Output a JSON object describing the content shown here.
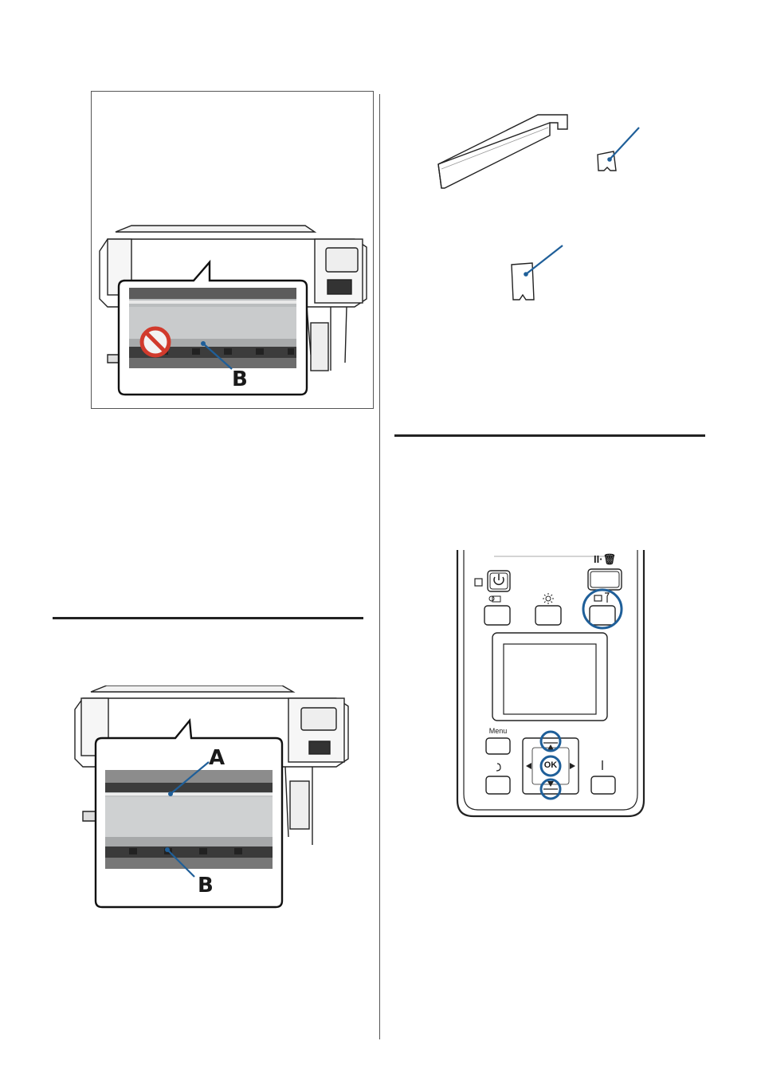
{
  "figure_printer_not_B": {
    "callout_B": "B",
    "warning_icon": "prohibited-icon"
  },
  "figure_tools": {
    "items": [
      "cleaning-stick-icon",
      "small-clip-icon",
      "large-clip-icon"
    ]
  },
  "figure_printer_AB": {
    "callout_A": "A",
    "callout_B": "B"
  },
  "control_panel": {
    "pause_label": "II·🗑",
    "menu_label": "Menu",
    "ok_label": "OK",
    "highlight_color": "#1f5f99",
    "buttons": [
      "power-button",
      "media-feed-button",
      "light-button",
      "maintenance-button",
      "menu-button",
      "back-button",
      "feed-button",
      "up-button",
      "down-button",
      "left-button",
      "right-button",
      "ok-button",
      "pause-button"
    ]
  }
}
